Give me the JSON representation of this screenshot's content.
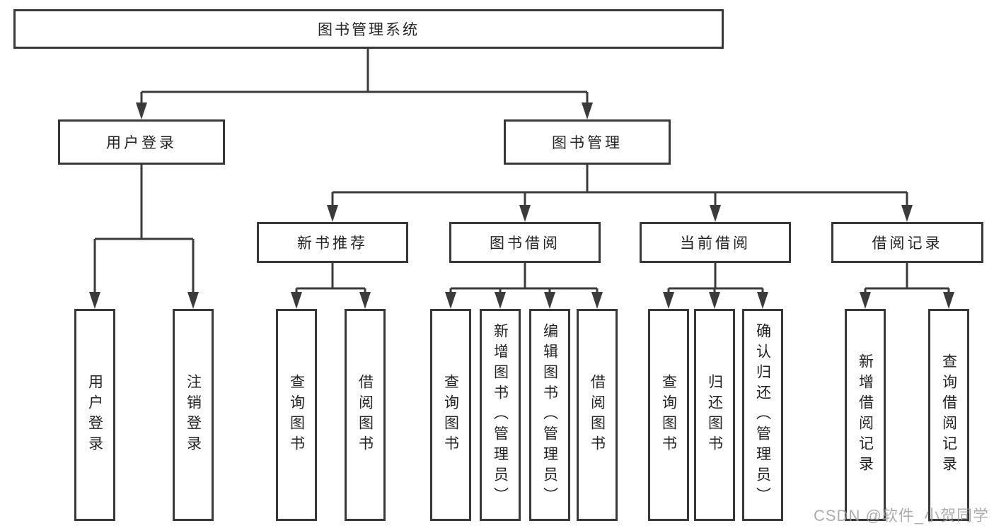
{
  "diagram_title": "图书管理系统",
  "tree": {
    "root": {
      "label": "图书管理系统",
      "children": [
        {
          "label": "用户登录",
          "children": [
            {
              "label": "用户登录"
            },
            {
              "label": "注销登录"
            }
          ]
        },
        {
          "label": "图书管理",
          "children": [
            {
              "label": "新书推荐",
              "children": [
                {
                  "label": "查询图书"
                },
                {
                  "label": "借阅图书"
                }
              ]
            },
            {
              "label": "图书借阅",
              "children": [
                {
                  "label": "查询图书"
                },
                {
                  "label": "新增图书（管理员）"
                },
                {
                  "label": "编辑图书（管理员）"
                },
                {
                  "label": "借阅图书"
                }
              ]
            },
            {
              "label": "当前借阅",
              "children": [
                {
                  "label": "查询图书"
                },
                {
                  "label": "归还图书"
                },
                {
                  "label": "确认归还（管理员）"
                }
              ]
            },
            {
              "label": "借阅记录",
              "children": [
                {
                  "label": "新增借阅记录"
                },
                {
                  "label": "查询借阅记录"
                }
              ]
            }
          ]
        }
      ]
    }
  },
  "watermark": {
    "text": "CSDN @软件_小贺同学"
  },
  "colors": {
    "line": "#3b3b3b",
    "box_border": "#383838",
    "text": "#232323",
    "watermark": "#9e9e9e",
    "background": "#ffffff"
  }
}
